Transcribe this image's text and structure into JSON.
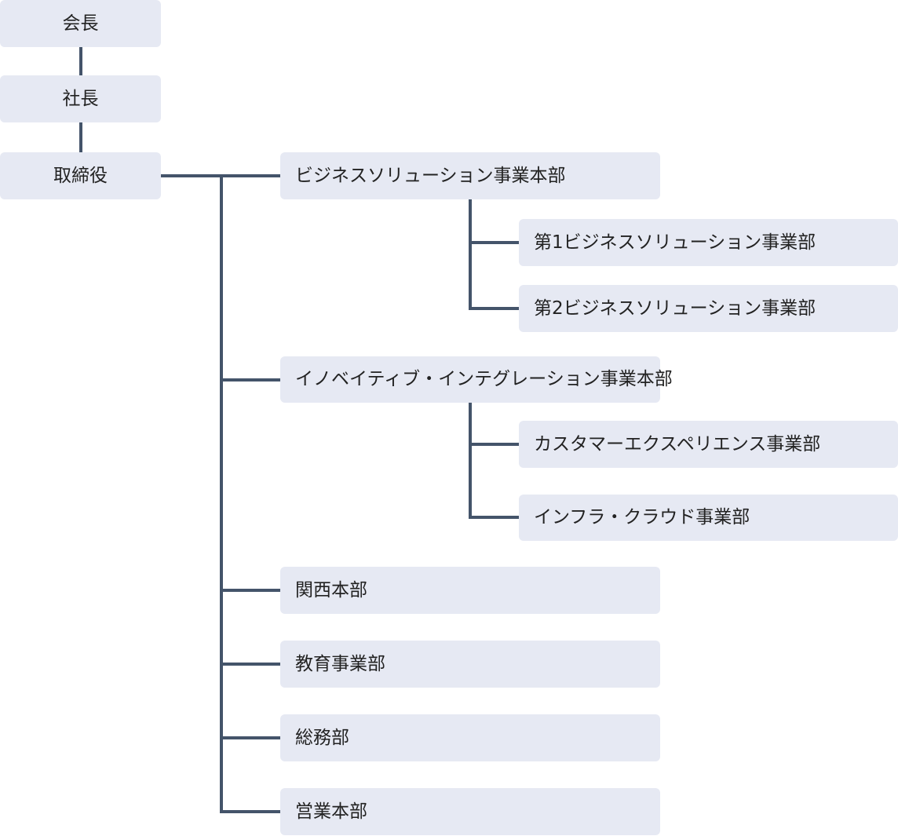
{
  "colors": {
    "box_fill": "#e6e9f3",
    "connector": "#44546a",
    "text": "#222222"
  },
  "org_chart": {
    "chairman": "会長",
    "president": "社長",
    "directors": "取締役",
    "divisions": [
      {
        "name": "ビジネスソリューション事業本部",
        "departments": [
          "第1ビジネスソリューション事業部",
          "第2ビジネスソリューション事業部"
        ]
      },
      {
        "name": "イノベイティブ・インテグレーション事業本部",
        "departments": [
          "カスタマーエクスペリエンス事業部",
          "インフラ・クラウド事業部"
        ]
      },
      {
        "name": "関西本部",
        "departments": []
      },
      {
        "name": "教育事業部",
        "departments": []
      },
      {
        "name": "総務部",
        "departments": []
      },
      {
        "name": "営業本部",
        "departments": []
      }
    ]
  }
}
